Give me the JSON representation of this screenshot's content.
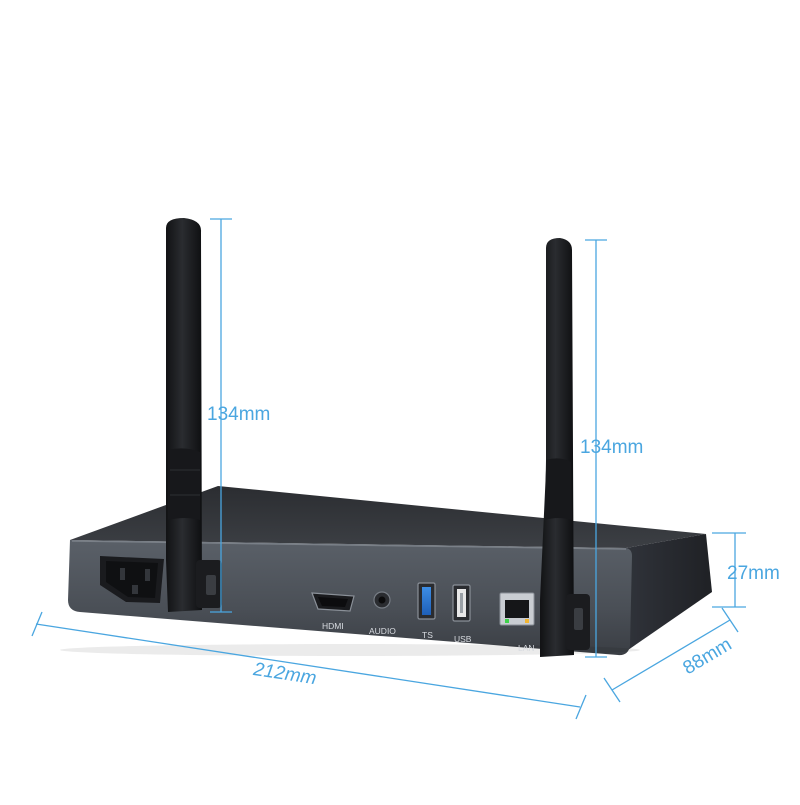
{
  "dimensions": {
    "antenna_left_height": "134mm",
    "antenna_right_height": "134mm",
    "box_height": "27mm",
    "box_width": "212mm",
    "box_depth": "88mm"
  },
  "ports": {
    "hdmi": "HDMI",
    "audio": "AUDIO",
    "ts": "TS",
    "usb": "USB",
    "lan": "LAN"
  },
  "colors": {
    "dimension_lines": "#4aa6e0",
    "device_body": "#4a4f56",
    "antenna": "#1c1d20"
  }
}
